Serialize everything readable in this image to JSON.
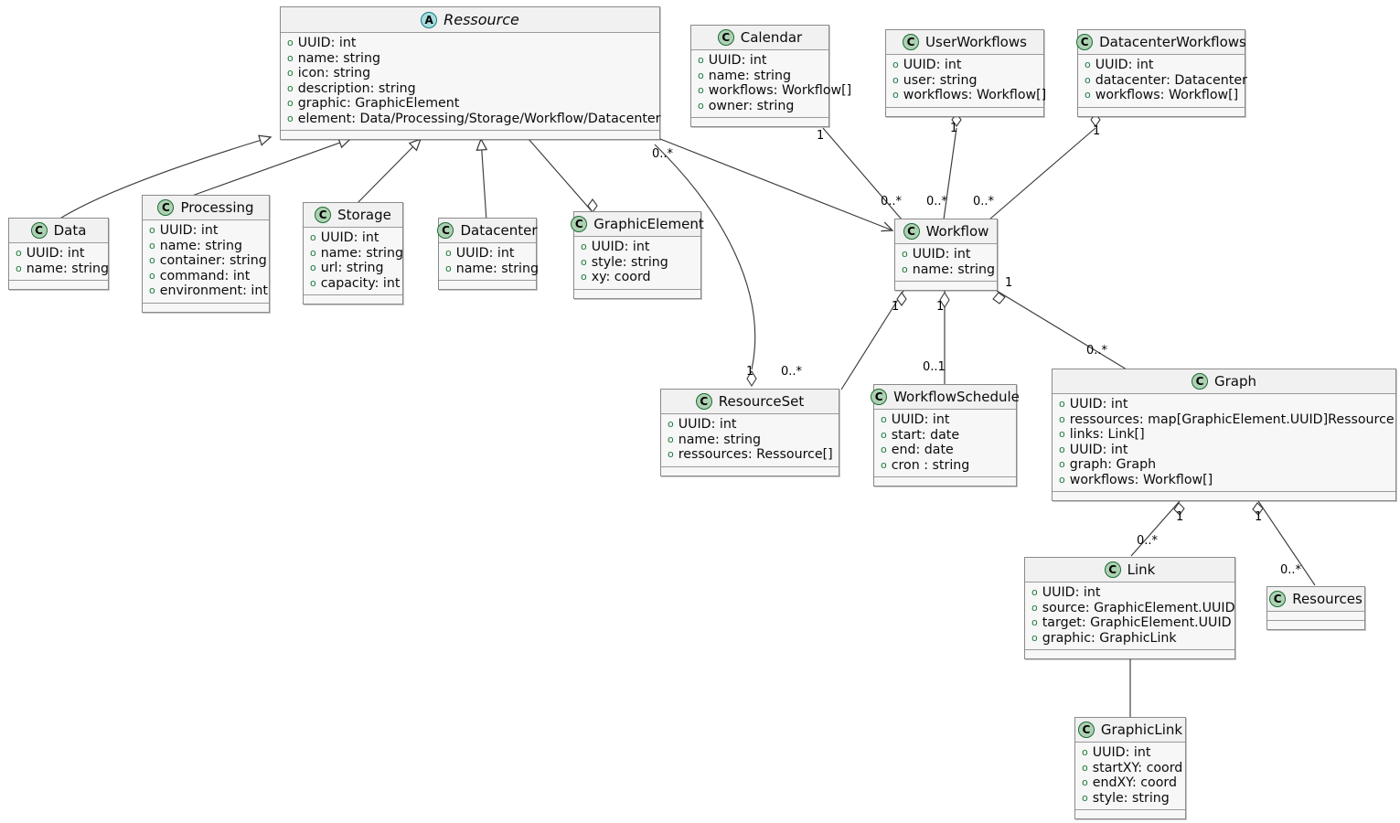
{
  "diagram": {
    "title": "UML class diagram",
    "type": "uml-class-diagram",
    "colors": {
      "class_fill": "#f7f7f7",
      "header_fill": "#f1f1f1",
      "border": "#8a8a8a",
      "class_stereotype_fill": "#ADD1B2",
      "abstract_stereotype_fill": "#A9DCDF",
      "visibility_marker": "#1f7a3d",
      "edge": "#3b3b3b"
    }
  },
  "classes": [
    {
      "id": "ressource",
      "name": "Ressource",
      "stereotype": "A",
      "abstract": true,
      "attributes": [
        "UUID: int",
        "name: string",
        "icon: string",
        "description: string",
        "graphic: GraphicElement",
        "element: Data/Processing/Storage/Workflow/Datacenter"
      ]
    },
    {
      "id": "data",
      "name": "Data",
      "stereotype": "C",
      "abstract": false,
      "attributes": [
        "UUID: int",
        "name: string"
      ]
    },
    {
      "id": "processing",
      "name": "Processing",
      "stereotype": "C",
      "abstract": false,
      "attributes": [
        "UUID: int",
        "name: string",
        "container: string",
        "command: int",
        "environment: int"
      ]
    },
    {
      "id": "storage",
      "name": "Storage",
      "stereotype": "C",
      "abstract": false,
      "attributes": [
        "UUID: int",
        "name: string",
        "url: string",
        "capacity: int"
      ]
    },
    {
      "id": "datacenter",
      "name": "Datacenter",
      "stereotype": "C",
      "abstract": false,
      "attributes": [
        "UUID: int",
        "name: string"
      ]
    },
    {
      "id": "graphicelement",
      "name": "GraphicElement",
      "stereotype": "C",
      "abstract": false,
      "attributes": [
        "UUID: int",
        "style: string",
        "xy: coord"
      ]
    },
    {
      "id": "calendar",
      "name": "Calendar",
      "stereotype": "C",
      "abstract": false,
      "attributes": [
        "UUID: int",
        "name: string",
        "workflows: Workflow[]",
        "owner: string"
      ]
    },
    {
      "id": "userworkflows",
      "name": "UserWorkflows",
      "stereotype": "C",
      "abstract": false,
      "attributes": [
        "UUID: int",
        "user: string",
        "workflows: Workflow[]"
      ]
    },
    {
      "id": "datacenterworkflows",
      "name": "DatacenterWorkflows",
      "stereotype": "C",
      "abstract": false,
      "attributes": [
        "UUID: int",
        "datacenter: Datacenter",
        "workflows: Workflow[]"
      ]
    },
    {
      "id": "workflow",
      "name": "Workflow",
      "stereotype": "C",
      "abstract": false,
      "attributes": [
        "UUID: int",
        "name: string"
      ]
    },
    {
      "id": "resourceset",
      "name": "ResourceSet",
      "stereotype": "C",
      "abstract": false,
      "attributes": [
        "UUID: int",
        "name: string",
        "ressources: Ressource[]"
      ]
    },
    {
      "id": "workflowschedule",
      "name": "WorkflowSchedule",
      "stereotype": "C",
      "abstract": false,
      "attributes": [
        "UUID: int",
        "start: date",
        "end: date",
        "cron : string"
      ]
    },
    {
      "id": "graph",
      "name": "Graph",
      "stereotype": "C",
      "abstract": false,
      "attributes": [
        "UUID: int",
        "ressources: map[GraphicElement.UUID]Ressource",
        "links: Link[]",
        "UUID: int",
        "graph: Graph",
        "workflows: Workflow[]"
      ]
    },
    {
      "id": "link",
      "name": "Link",
      "stereotype": "C",
      "abstract": false,
      "attributes": [
        "UUID: int",
        "source: GraphicElement.UUID",
        "target: GraphicElement.UUID",
        "graphic: GraphicLink"
      ]
    },
    {
      "id": "resources",
      "name": "Resources",
      "stereotype": "C",
      "abstract": false,
      "attributes": []
    },
    {
      "id": "graphiclink",
      "name": "GraphicLink",
      "stereotype": "C",
      "abstract": false,
      "attributes": [
        "UUID: int",
        "startXY: coord",
        "endXY: coord",
        "style: string"
      ]
    }
  ],
  "multiplicities": [
    {
      "id": "m-calendar-1",
      "label": "1"
    },
    {
      "id": "m-userworkflows-1",
      "label": "1"
    },
    {
      "id": "m-dcworkflows-1",
      "label": "1"
    },
    {
      "id": "m-workflow-calendar",
      "label": "0..*"
    },
    {
      "id": "m-workflow-user",
      "label": "0..*"
    },
    {
      "id": "m-workflow-dc",
      "label": "0..*"
    },
    {
      "id": "m-ressource-graphic",
      "label": "0..*"
    },
    {
      "id": "m-resourceset-1",
      "label": "1"
    },
    {
      "id": "m-workflow-rs-1",
      "label": "1"
    },
    {
      "id": "m-resourceset-star",
      "label": "0..*"
    },
    {
      "id": "m-workflow-sched-1",
      "label": "1"
    },
    {
      "id": "m-schedule-01",
      "label": "0..1"
    },
    {
      "id": "m-workflow-graph-1",
      "label": "1"
    },
    {
      "id": "m-graph-star",
      "label": "0..*"
    },
    {
      "id": "m-graph-link-1",
      "label": "1"
    },
    {
      "id": "m-link-star",
      "label": "0..*"
    },
    {
      "id": "m-graph-res-1",
      "label": "1"
    },
    {
      "id": "m-resources-star",
      "label": "0..*"
    }
  ]
}
